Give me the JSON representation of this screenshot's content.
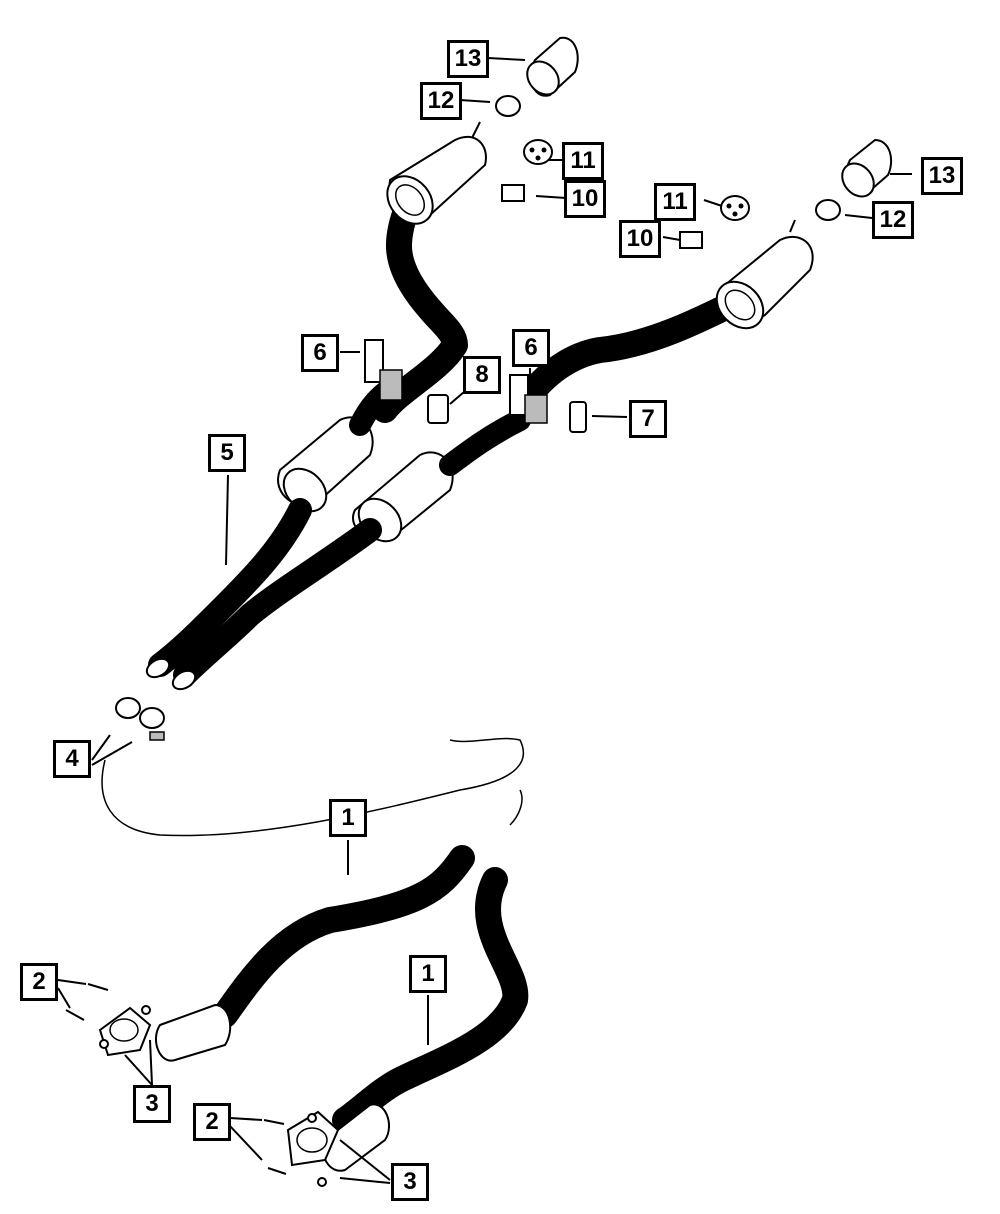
{
  "diagram": {
    "callouts": [
      {
        "id": "c13a",
        "label": "13"
      },
      {
        "id": "c12a",
        "label": "12"
      },
      {
        "id": "c11a",
        "label": "11"
      },
      {
        "id": "c10a",
        "label": "10"
      },
      {
        "id": "c11b",
        "label": "11"
      },
      {
        "id": "c10b",
        "label": "10"
      },
      {
        "id": "c13b",
        "label": "13"
      },
      {
        "id": "c12b",
        "label": "12"
      },
      {
        "id": "c6a",
        "label": "6"
      },
      {
        "id": "c8",
        "label": "8"
      },
      {
        "id": "c6b",
        "label": "6"
      },
      {
        "id": "c7",
        "label": "7"
      },
      {
        "id": "c5",
        "label": "5"
      },
      {
        "id": "c4",
        "label": "4"
      },
      {
        "id": "c1a",
        "label": "1"
      },
      {
        "id": "c1b",
        "label": "1"
      },
      {
        "id": "c2a",
        "label": "2"
      },
      {
        "id": "c3a",
        "label": "3"
      },
      {
        "id": "c2b",
        "label": "2"
      },
      {
        "id": "c3b",
        "label": "3"
      }
    ]
  }
}
